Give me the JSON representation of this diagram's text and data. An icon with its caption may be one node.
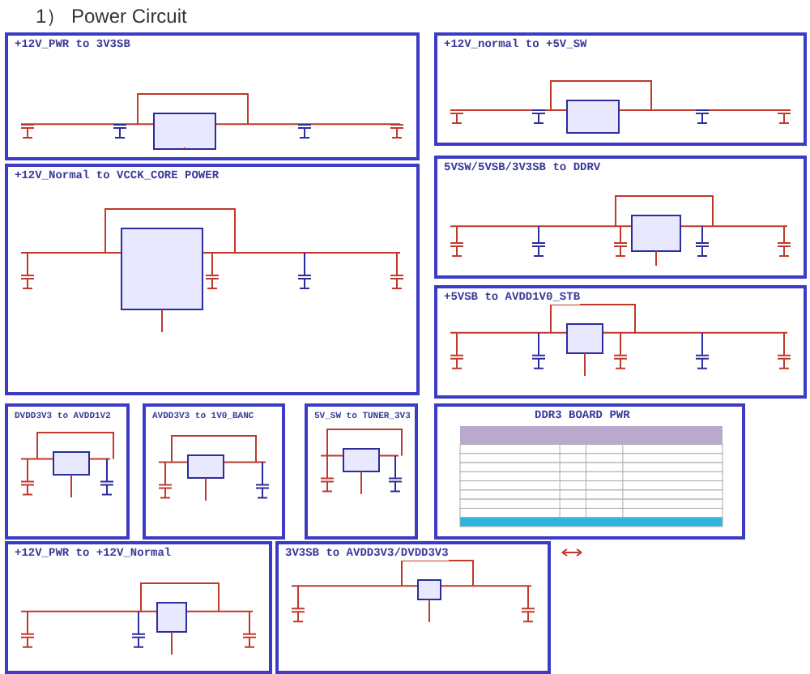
{
  "diagram": {
    "title": "1） Power Circuit",
    "nodes": [
      {
        "text": [
          "+12V_PWR to 3V3SB"
        ]
      },
      {
        "text": [
          "+12V_normal to +5V_SW"
        ]
      },
      {
        "text": [
          "+12V_Normal to VCCK_CORE POWER"
        ]
      },
      {
        "text": [
          "5VSW/5VSB/3V3SB to DDRV"
        ]
      },
      {
        "text": [
          "+5VSB to AVDD1V0_STB"
        ]
      },
      {
        "text": [
          "DVDD3V3 to AVDD1V2"
        ]
      },
      {
        "text": [
          "AVDD3V3 to 1V0_BANC"
        ]
      },
      {
        "text": [
          "5V_SW to TUNER_3V3"
        ]
      },
      {
        "text": [
          "DDR3 BOARD PWR"
        ]
      },
      {
        "text": [
          "+12V_PWR to +12V_Normal"
        ]
      },
      {
        "text": [
          "3V3SB to AVDD3V3/DVDD3V3"
        ]
      }
    ]
  }
}
